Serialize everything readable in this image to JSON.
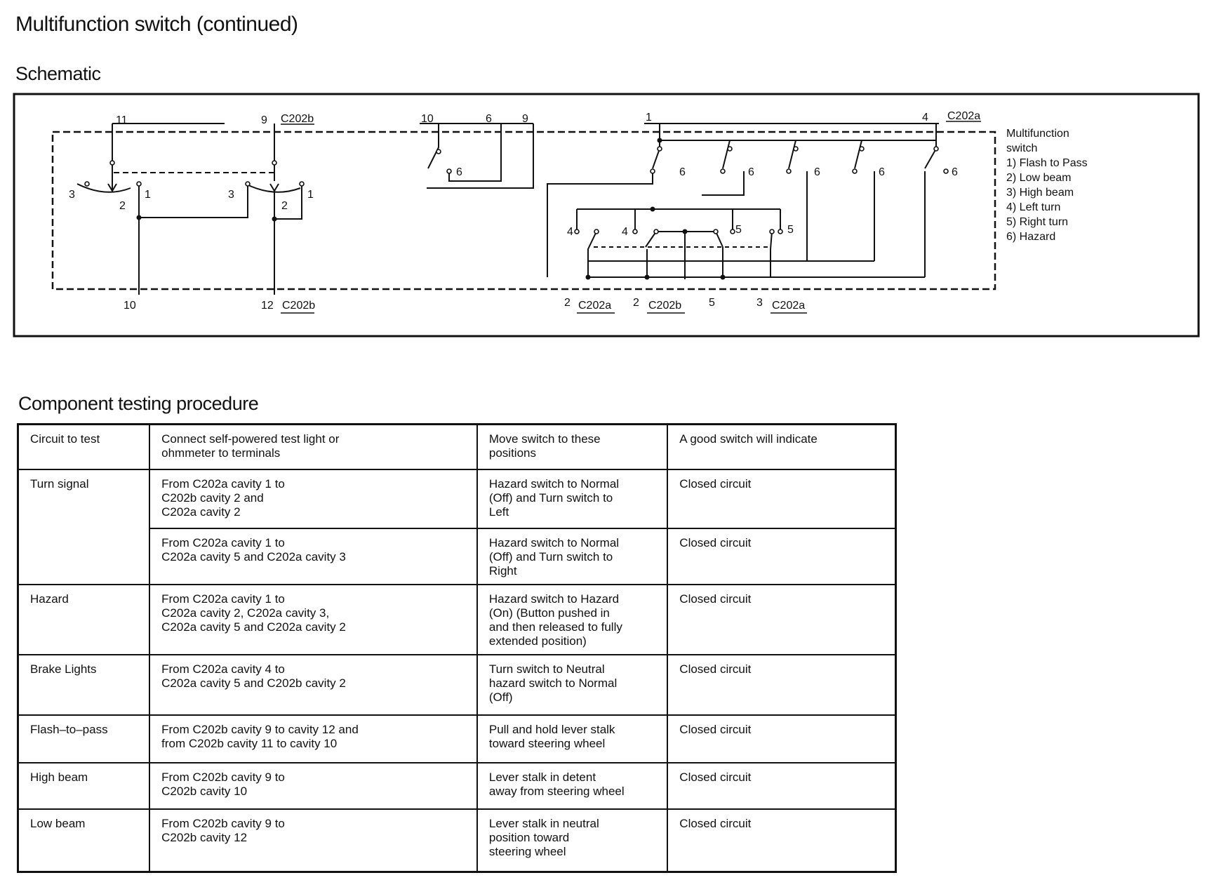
{
  "page": {
    "title": "Multifunction switch (continued)",
    "schematic_heading": "Schematic",
    "procedure_heading": "Component testing procedure"
  },
  "schematic": {
    "legend": [
      "Multifunction",
      "switch",
      "1) Flash to Pass",
      "2) Low beam",
      "3) High beam",
      "4) Left turn",
      "5) Right turn",
      "6) Hazard"
    ],
    "labels": {
      "top_11": "11",
      "top_9": "9",
      "top_c202b": "C202b",
      "top_10": "10",
      "top_6": "6",
      "top_9b": "9",
      "top_1": "1",
      "top_4": "4",
      "top_c202a": "C202a",
      "pos_3a": "3",
      "pos_2a": "2",
      "pos_1a": "1",
      "pos_3b": "3",
      "pos_2b": "2",
      "pos_1b": "1",
      "haz_6a": "6",
      "haz_6b": "6",
      "haz_6c": "6",
      "haz_6d": "6",
      "haz_6e": "6",
      "haz_6f": "6",
      "turn_4a": "4",
      "turn_4b": "4",
      "turn_5a": "5",
      "turn_5b": "5",
      "bot_10": "10",
      "bot_12": "12",
      "bot_c202b_a": "C202b",
      "bot_2a": "2",
      "bot_c202a_a": "C202a",
      "bot_2b": "2",
      "bot_c202b_b": "C202b",
      "bot_5": "5",
      "bot_3": "3",
      "bot_c202a_b": "C202a"
    }
  },
  "procedure": {
    "headers": [
      "Circuit to test",
      "Connect self-powered test light or\nohmmeter to terminals",
      "Move switch to these\npositions",
      "A good switch will indicate"
    ],
    "rows": [
      {
        "circuit": "Turn signal",
        "terminals": "From C202a cavity 1 to\nC202b cavity 2 and\nC202a cavity 2",
        "positions": "Hazard switch to Normal\n(Off) and Turn switch to\nLeft",
        "result": "Closed circuit"
      },
      {
        "circuit": "",
        "terminals": "From C202a cavity 1 to\nC202a cavity 5 and C202a cavity 3",
        "positions": "Hazard switch to Normal\n(Off) and Turn switch to\nRight",
        "result": "Closed circuit"
      },
      {
        "circuit": "Hazard",
        "terminals": "From C202a cavity 1 to\nC202a cavity 2, C202a cavity 3,\nC202a cavity 5 and C202a cavity 2",
        "positions": "Hazard switch to Hazard\n(On) (Button pushed in\nand then released to fully\nextended position)",
        "result": "Closed circuit"
      },
      {
        "circuit": "Brake Lights",
        "terminals": "From C202a cavity 4 to\nC202a cavity 5 and C202b cavity 2",
        "positions": "Turn switch to Neutral\nhazard switch to Normal\n(Off)",
        "result": "Closed circuit"
      },
      {
        "circuit": "Flash–to–pass",
        "terminals": "From C202b cavity 9 to cavity 12 and\nfrom C202b cavity 11 to cavity 10",
        "positions": "Pull and hold lever stalk\ntoward steering wheel",
        "result": "Closed circuit"
      },
      {
        "circuit": "High beam",
        "terminals": "From C202b cavity 9 to\nC202b cavity 10",
        "positions": "Lever stalk in detent\naway from steering wheel",
        "result": "Closed circuit"
      },
      {
        "circuit": "Low beam",
        "terminals": "From C202b cavity 9 to\nC202b cavity 12",
        "positions": "Lever stalk in neutral\nposition toward\nsteering wheel",
        "result": "Closed circuit"
      }
    ]
  }
}
